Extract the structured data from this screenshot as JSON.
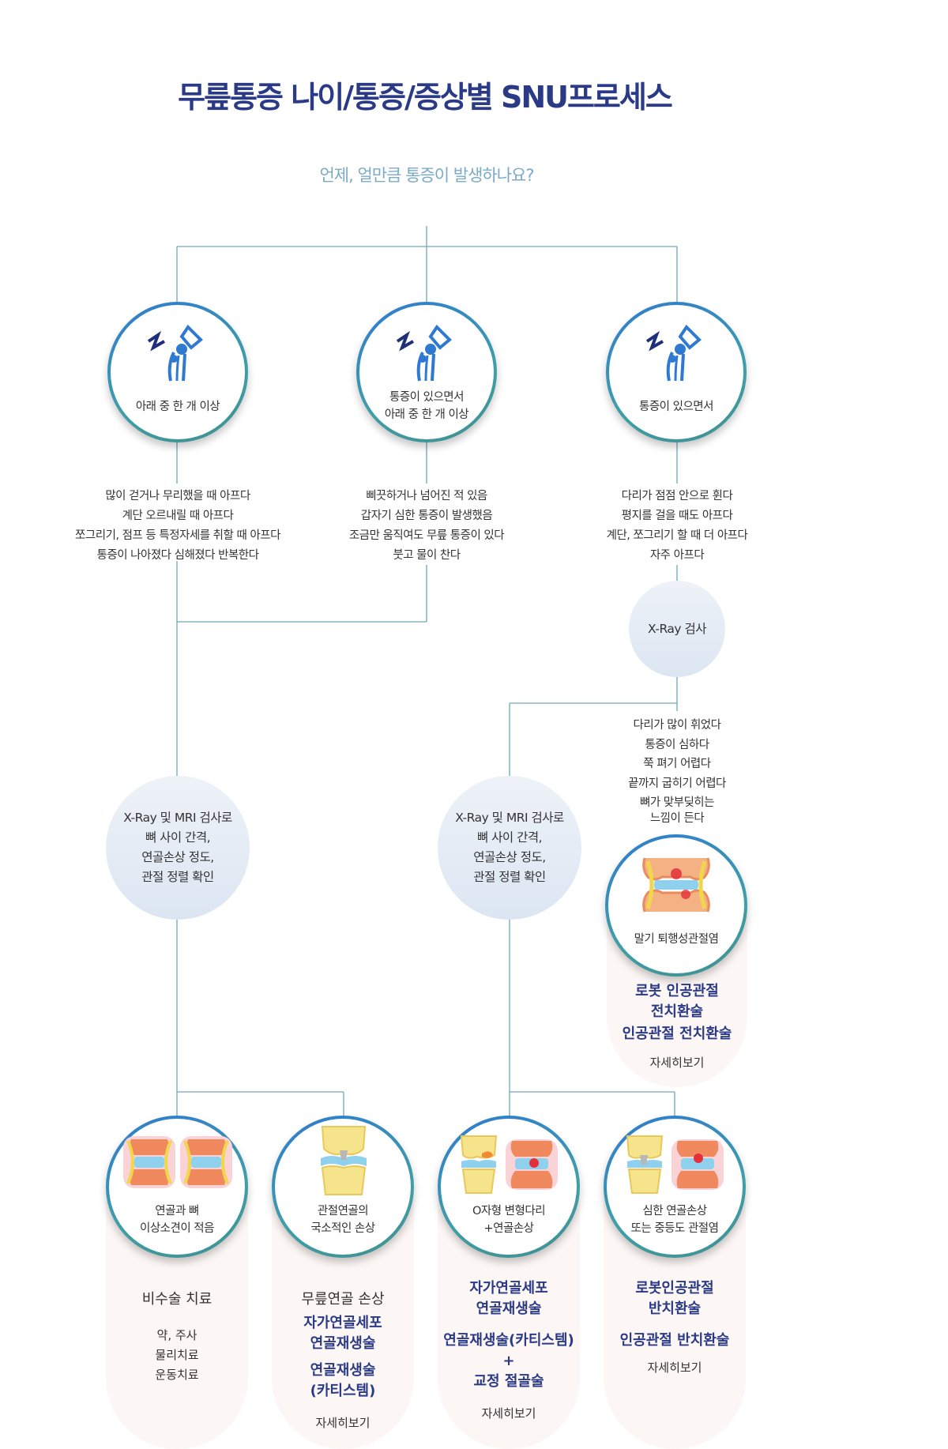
{
  "title": "무릎통증 나이/통증/증상별 SNU프로세스",
  "question": "언제, 얼만큼 통증이 발생하나요?",
  "colors": {
    "accent": "#2e7ad1",
    "teal": "#3f9090",
    "title": "#2a3a86",
    "question": "#7aaac8"
  },
  "top_circles": [
    {
      "icon": "knee-pain-icon",
      "label_lines": [
        "아래 중 한 개 이상"
      ]
    },
    {
      "icon": "knee-pain-icon",
      "label_lines": [
        "통증이 있으면서",
        "아래 중 한 개 이상"
      ]
    },
    {
      "icon": "knee-pain-icon",
      "label_lines": [
        "통증이 있으면서"
      ]
    }
  ],
  "symptoms": [
    [
      "많이 걷거나 무리했을 때 아프다",
      "계단 오르내릴 때 아프다",
      "쪼그리기, 점프 등 특정자세를 취할 때 아프다",
      "통증이 나아졌다 심해졌다 반복한다"
    ],
    [
      "삐끗하거나 넘어진 적 있음",
      "갑자기 심한 통증이 발생했음",
      "조금만 움직여도 무릎 통증이 있다",
      "붓고 물이 찬다"
    ],
    [
      "다리가 점점 안으로 휜다",
      "평지를 걸을 때도 아프다",
      "계단, 쪼그리기 할 때 더 아프다",
      "자주 아프다"
    ]
  ],
  "xray": "X-Ray 검사",
  "severe_symptoms": [
    "다리가 많이 휘었다",
    "통증이 심하다",
    "쭉 펴기 어렵다",
    "끝까지 굽히기 어렵다",
    "뼈가 맞부딪히는",
    "느낌이 든다"
  ],
  "mri_left": [
    "X-Ray 및 MRI  검사로",
    "뼈 사이 간격,",
    "연골손상 정도,",
    "관절 정렬 확인"
  ],
  "mri_right": [
    "X-Ray 및 MRI  검사로",
    "뼈 사이 간격,",
    "연골손상 정도,",
    "관절 정렬 확인"
  ],
  "end_stage": {
    "label": "말기 퇴행성관절염",
    "treatments": [
      "로봇 인공관절",
      "전치환술",
      "인공관절 전치환술"
    ],
    "link": "자세히보기"
  },
  "bottom": [
    {
      "label_lines": [
        "연골과 뼈",
        "이상소견이 적음"
      ],
      "heading": "비수술 치료",
      "bold": [],
      "small": [
        "약, 주사",
        "물리치료",
        "운동치료"
      ],
      "link": ""
    },
    {
      "label_lines": [
        "관절연골의",
        "국소적인 손상"
      ],
      "heading": "무릎연골 손상",
      "bold": [
        "자가연골세포",
        "연골재생술",
        "",
        "연골재생술",
        "(카티스템)"
      ],
      "small": [],
      "link": "자세히보기"
    },
    {
      "label_lines": [
        "O자형 변형다리",
        "+연골손상"
      ],
      "heading": "",
      "bold": [
        "자가연골세포",
        "연골재생술",
        "",
        "연골재생술(카티스템)",
        "+",
        "교정 절골술"
      ],
      "small": [],
      "link": "자세히보기"
    },
    {
      "label_lines": [
        "심한 연골손상",
        "또는 중등도 관절염"
      ],
      "heading": "",
      "bold": [
        "로봇인공관절",
        "반치환술",
        "",
        "인공관절 반치환술"
      ],
      "small": [],
      "link": "자세히보기"
    }
  ]
}
